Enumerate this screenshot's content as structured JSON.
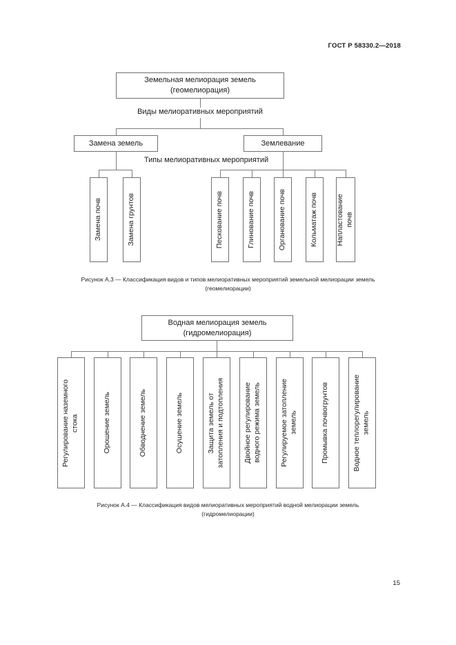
{
  "page": {
    "header": "ГОСТ Р 58330.2—2018",
    "number": "15"
  },
  "fig3": {
    "root": "Земельная мелиорация земель\n(геомелиорация)",
    "level1_label": "Виды мелиоративных мероприятий",
    "branch_left": "Замена земель",
    "branch_right": "Землевание",
    "level2_label": "Типы мелиоративных мероприятий",
    "left_types": [
      "Замена почв",
      "Замена грунтов"
    ],
    "right_types": [
      "Пескование почв",
      "Глинование почв",
      "Органование почв",
      "Кольматаж почв",
      "Напластование\nпочв"
    ],
    "caption": "Рисунок А.3 — Классификация видов и типов мелиоративных мероприятий земельной мелиорации земель\n(геомелиорации)"
  },
  "fig4": {
    "root": "Водная мелиорация земель\n(гидромелиорация)",
    "types": [
      "Регулирование наземного\nстока",
      "Орошение земель",
      "Обводнение земель",
      "Осушение земель",
      "Защита земель от\nзатопления и подтопления",
      "Двойное регулирование\nводного режима земель",
      "Регулируемое затопление\nземель",
      "Промывка почвогрунтов",
      "Водное теплорегулирование\nземель"
    ],
    "caption": "Рисунок А.4 — Классификация видов мелиоративных мероприятий водной мелиорации земель\n(гидромелиорации)"
  },
  "colors": {
    "line": "#7d7d7d",
    "box_border": "#6f6f6f",
    "text": "#1a1a1a"
  }
}
